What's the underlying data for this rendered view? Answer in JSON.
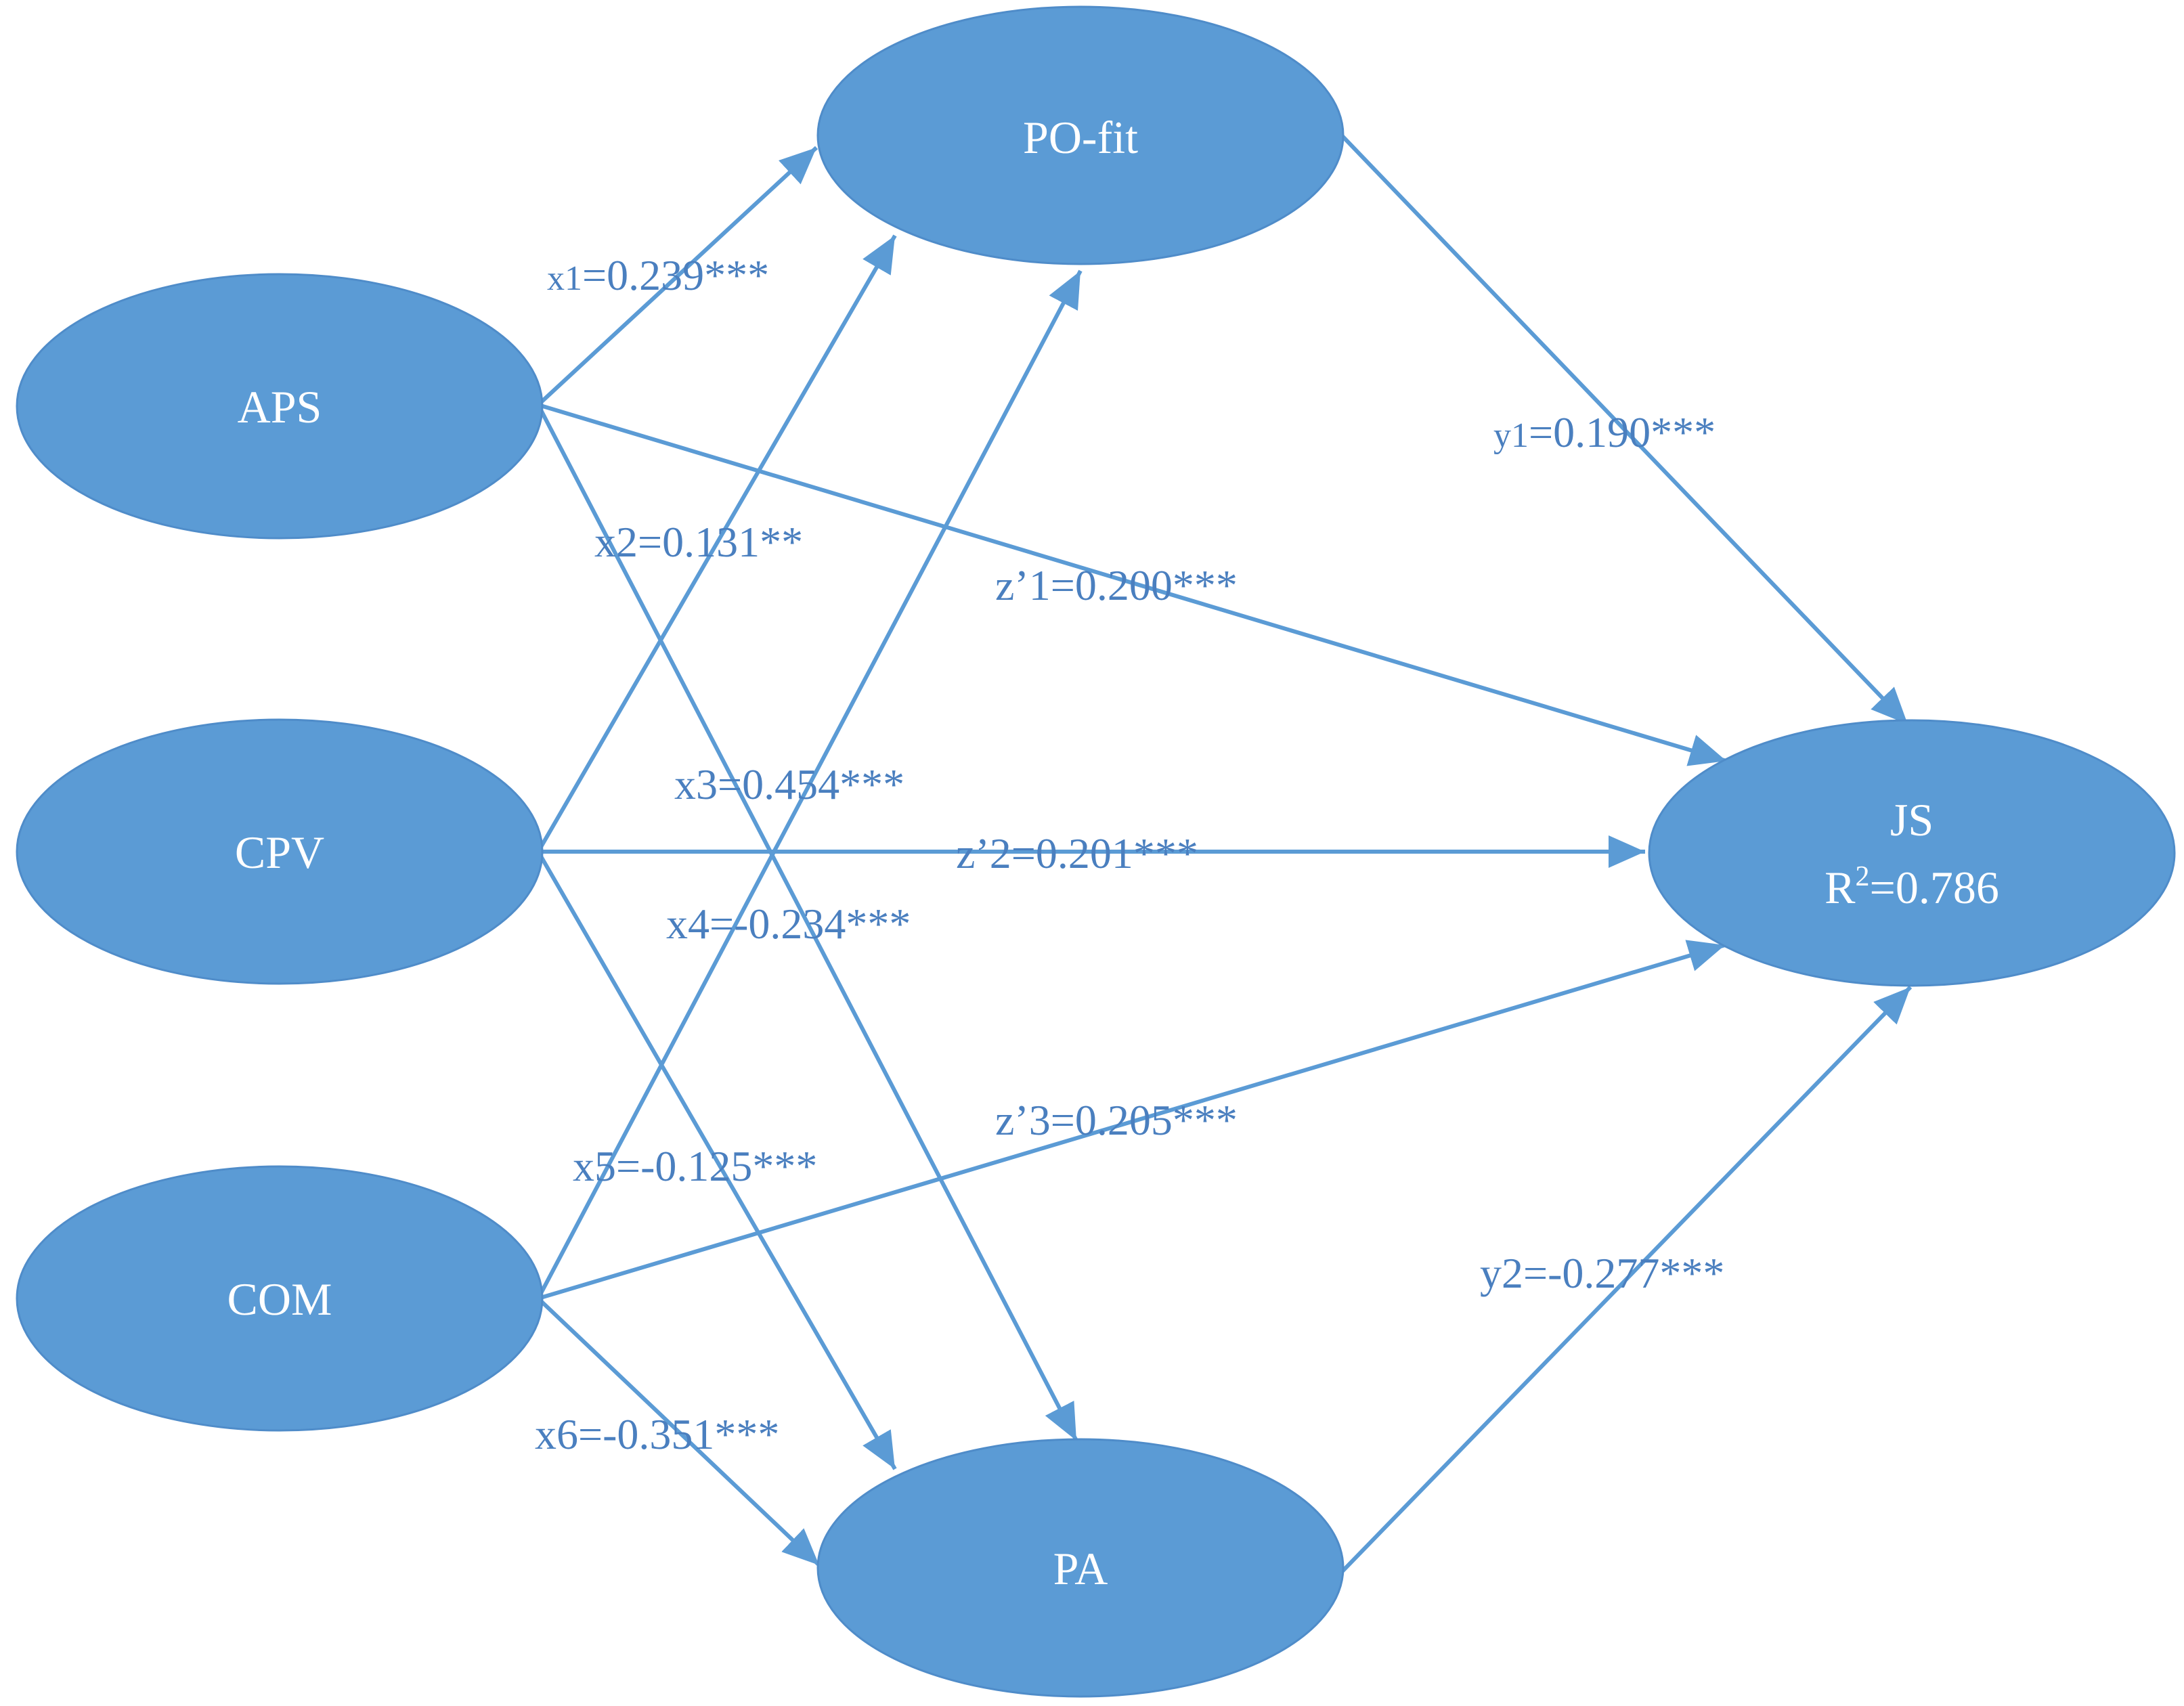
{
  "colors": {
    "node_fill": "#5b9bd5",
    "edge": "#5b9bd5",
    "edge_label": "#4a7fbf",
    "node_text": "#ffffff"
  },
  "nodes": {
    "aps": "APS",
    "cpv": "CPV",
    "com": "COM",
    "pofit": "PO-fit",
    "pa": "PA",
    "js": "JS",
    "js_r2_prefix": "R",
    "js_r2_sup": "2",
    "js_r2_value": "=0.786"
  },
  "edges": {
    "x1": {
      "prefix": "x1",
      "value": "=0.239***"
    },
    "x2": {
      "prefix": "x2",
      "value": "=0.131**"
    },
    "x3": {
      "prefix": "x3",
      "value": "=0.454***"
    },
    "x4": {
      "prefix": "x4",
      "value": "=-0.234***"
    },
    "x5": {
      "prefix": "x5",
      "value": "=-0.125***"
    },
    "x6": {
      "prefix": "x6",
      "value": "=-0.351***"
    },
    "y1": {
      "prefix": "y1",
      "value": "=0.190***"
    },
    "y2": {
      "prefix": "y2",
      "value": "=-0.277***"
    },
    "z1": {
      "prefix": "z’1",
      "value": "=0.200***"
    },
    "z2": {
      "prefix": "z’2",
      "value": "=0.201***"
    },
    "z3": {
      "prefix": "z’3",
      "value": "=0.205***"
    }
  }
}
